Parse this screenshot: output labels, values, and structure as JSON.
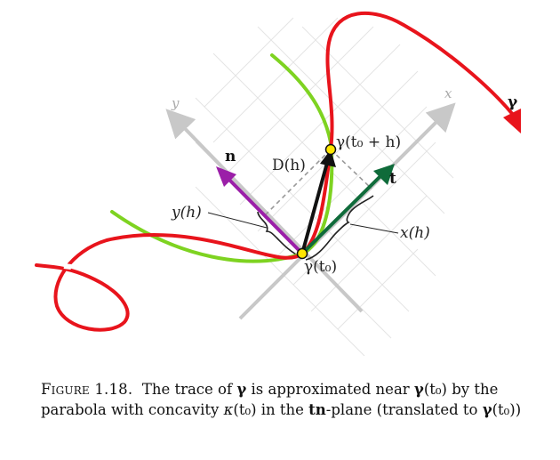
{
  "figure": {
    "axis_labels": {
      "x": "x",
      "y": "y"
    },
    "vector_labels": {
      "gamma_curve": "γ",
      "normal": "n",
      "tangent": "t",
      "displacement": "D(h)",
      "point_t0": "γ(t₀)",
      "point_t0_plus_h": "γ(t₀ + h)",
      "x_component": "x(h)",
      "y_component": "y(h)"
    },
    "colors": {
      "curve": "#e8141c",
      "parabola": "#7ed321",
      "normal": "#9b1fa8",
      "tangent": "#0f6b3a",
      "displacement": "#111111",
      "axes": "#c8c8c8",
      "point_fill": "#ffe600"
    }
  },
  "caption": {
    "figure_number": "Figure 1.18.",
    "parts": [
      "The trace of ",
      "γ",
      " is approximated near ",
      "γ",
      "(t₀) by the parabola with concavity ",
      "κ",
      "(t₀) in the ",
      "tn",
      "-plane (translated to ",
      "γ",
      "(t₀))"
    ]
  }
}
